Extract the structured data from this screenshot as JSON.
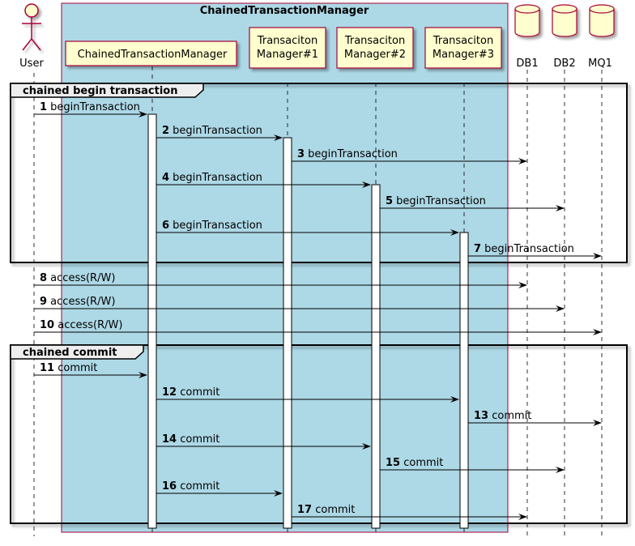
{
  "box": {
    "title": "ChainedTransactionManager",
    "color": "#ADD8E6",
    "border": "#A80036"
  },
  "actor": {
    "label": "User"
  },
  "participants": [
    {
      "id": "ctm",
      "lines": [
        "ChainedTransactionManager"
      ]
    },
    {
      "id": "tm1",
      "lines": [
        "Transaciton",
        "Manager#1"
      ]
    },
    {
      "id": "tm2",
      "lines": [
        "Transaciton",
        "Manager#2"
      ]
    },
    {
      "id": "tm3",
      "lines": [
        "Transaciton",
        "Manager#3"
      ]
    }
  ],
  "databases": [
    {
      "id": "db1",
      "label": "DB1"
    },
    {
      "id": "db2",
      "label": "DB2"
    },
    {
      "id": "mq1",
      "label": "MQ1"
    }
  ],
  "fragments": [
    {
      "title": "chained begin transaction",
      "from_msg": 1,
      "to_msg": 7
    },
    {
      "title": "chained commit",
      "from_msg": 11,
      "to_msg": 17
    }
  ],
  "messages": [
    {
      "n": "1",
      "text": "beginTransaction",
      "from": "user",
      "to": "ctm"
    },
    {
      "n": "2",
      "text": "beginTransaction",
      "from": "ctm",
      "to": "tm1"
    },
    {
      "n": "3",
      "text": "beginTransaction",
      "from": "tm1",
      "to": "db1"
    },
    {
      "n": "4",
      "text": "beginTransaction",
      "from": "ctm",
      "to": "tm2"
    },
    {
      "n": "5",
      "text": "beginTransaction",
      "from": "tm2",
      "to": "db2"
    },
    {
      "n": "6",
      "text": "beginTransaction",
      "from": "ctm",
      "to": "tm3"
    },
    {
      "n": "7",
      "text": "beginTransaction",
      "from": "tm3",
      "to": "mq1"
    },
    {
      "n": "8",
      "text": "access(R/W)",
      "from": "user",
      "to": "db1"
    },
    {
      "n": "9",
      "text": "access(R/W)",
      "from": "user",
      "to": "db2"
    },
    {
      "n": "10",
      "text": "access(R/W)",
      "from": "user",
      "to": "mq1"
    },
    {
      "n": "11",
      "text": "commit",
      "from": "user",
      "to": "ctm"
    },
    {
      "n": "12",
      "text": "commit",
      "from": "ctm",
      "to": "tm3"
    },
    {
      "n": "13",
      "text": "commit",
      "from": "tm3",
      "to": "mq1"
    },
    {
      "n": "14",
      "text": "commit",
      "from": "ctm",
      "to": "tm2"
    },
    {
      "n": "15",
      "text": "commit",
      "from": "tm2",
      "to": "db2"
    },
    {
      "n": "16",
      "text": "commit",
      "from": "ctm",
      "to": "tm1"
    },
    {
      "n": "17",
      "text": "commit",
      "from": "tm1",
      "to": "db1"
    }
  ],
  "colors": {
    "participant_fill": "#FEFECE",
    "activation_fill": "#FFFFFF",
    "fragment_header": "#EEEEEE"
  }
}
